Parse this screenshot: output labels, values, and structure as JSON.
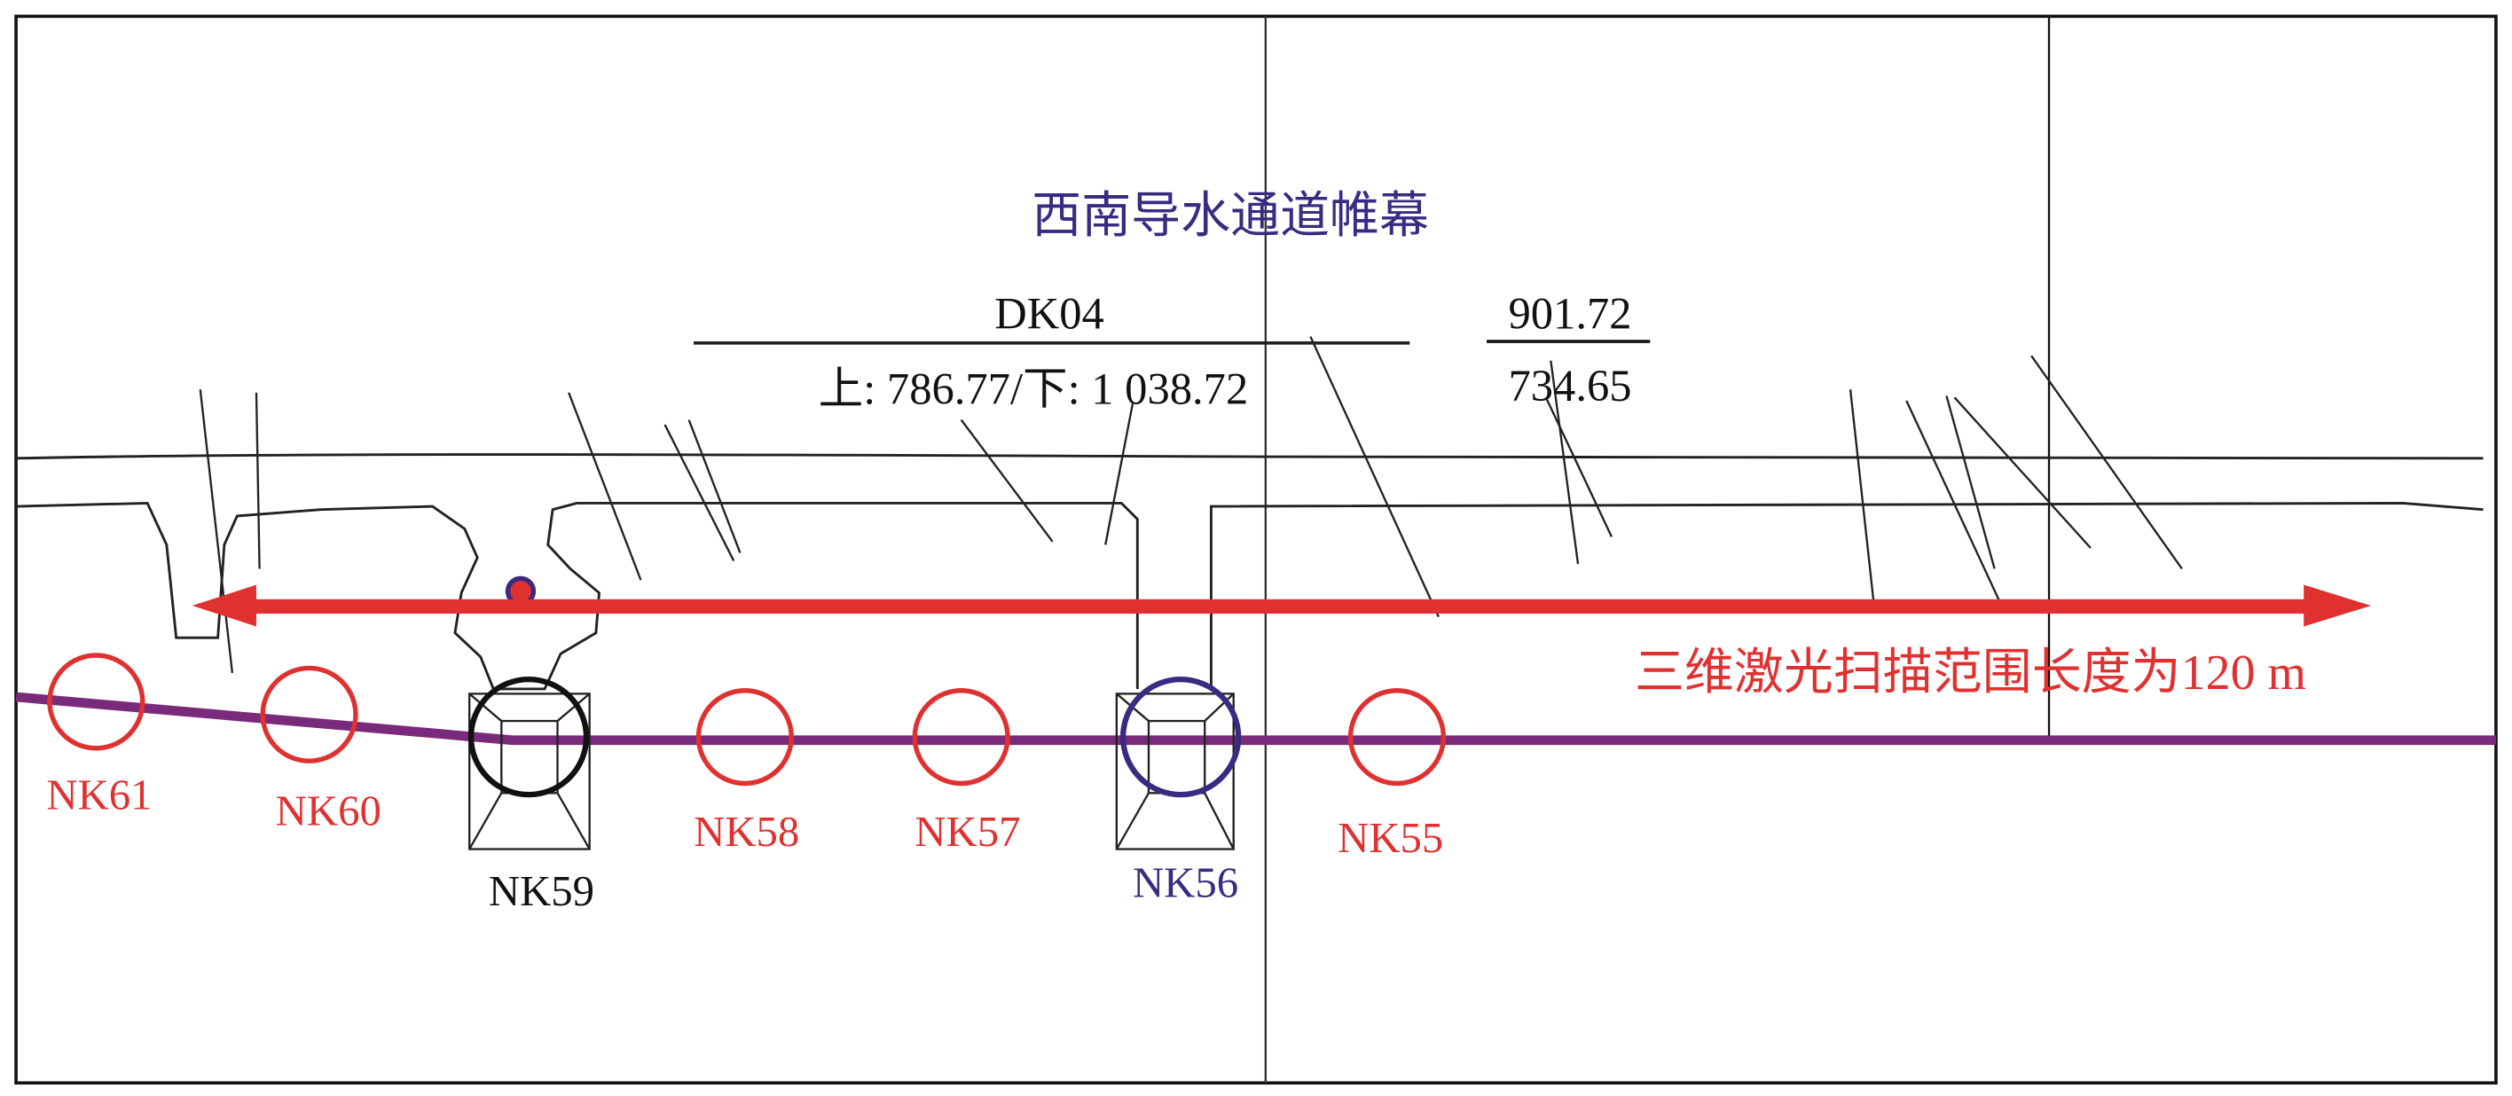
{
  "title": "西南导水通道帷幕",
  "section": {
    "name": "DK04",
    "detail": "上: 786.77/下: 1 038.72"
  },
  "elevation": {
    "top": "901.72",
    "bottom": "734.65"
  },
  "scan_label": "三维激光扫描范围长度为120 m",
  "holes": [
    {
      "label": "NK61",
      "kind": "red"
    },
    {
      "label": "NK60",
      "kind": "red"
    },
    {
      "label": "NK59",
      "kind": "black"
    },
    {
      "label": "NK58",
      "kind": "red"
    },
    {
      "label": "NK57",
      "kind": "red"
    },
    {
      "label": "NK56",
      "kind": "blue"
    },
    {
      "label": "NK55",
      "kind": "red"
    }
  ],
  "colors": {
    "title": "#3b2a82",
    "red": "#e03131",
    "purple": "#7a2a7a",
    "blue": "#3b2a82",
    "black": "#111111"
  }
}
